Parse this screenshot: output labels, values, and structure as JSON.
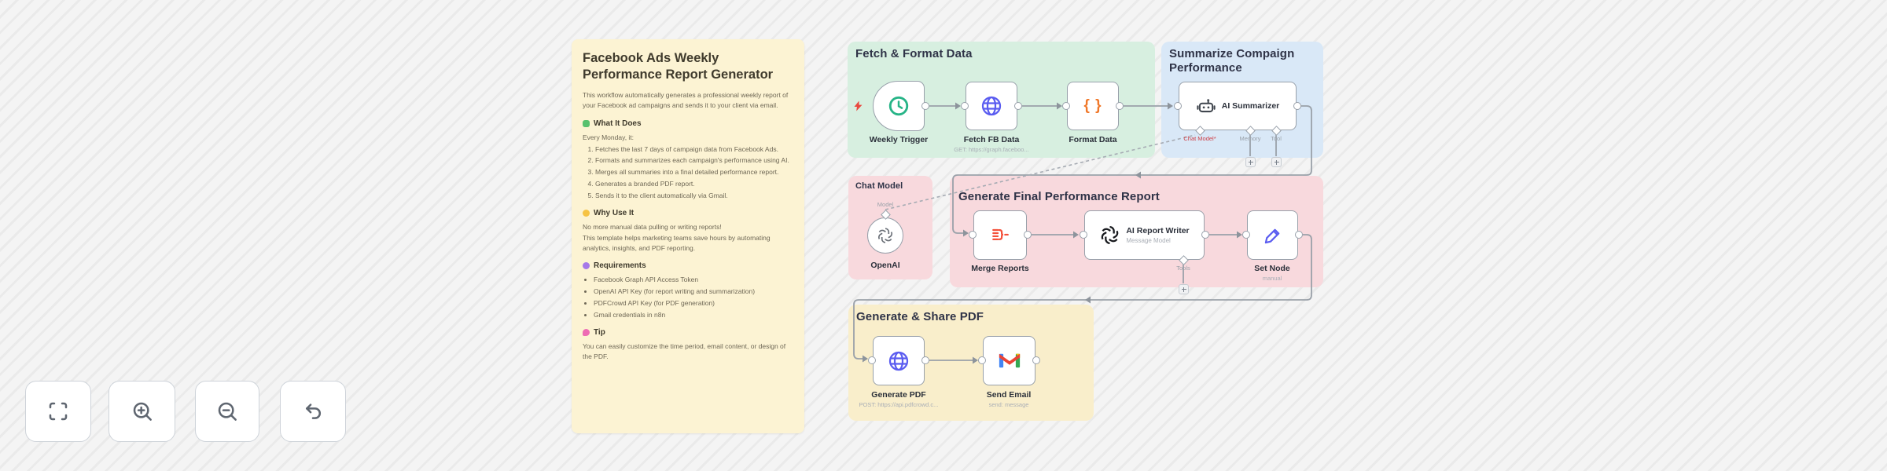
{
  "sticky_note": {
    "title": "Facebook Ads Weekly Performance Report Generator",
    "intro": "This workflow automatically generates a professional weekly report of your Facebook ad campaigns and sends it to your client via email.",
    "what": {
      "heading": "What It Does",
      "lead": "Every Monday, it:",
      "steps": [
        "Fetches the last 7 days of campaign data from Facebook Ads.",
        "Formats and summarizes each campaign's performance using AI.",
        "Merges all summaries into a final detailed performance report.",
        "Generates a branded PDF report.",
        "Sends it to the client automatically via Gmail."
      ]
    },
    "why": {
      "heading": "Why Use It",
      "lines": [
        "No more manual data pulling or writing reports!",
        "This template helps marketing teams save hours by automating analytics, insights, and PDF reporting."
      ]
    },
    "requirements": {
      "heading": "Requirements",
      "items": [
        "Facebook Graph API Access Token",
        "OpenAI API Key (for report writing and summarization)",
        "PDFCrowd API Key (for PDF generation)",
        "Gmail credentials in n8n"
      ]
    },
    "tip": {
      "heading": "Tip",
      "text": "You can easily customize the time period, email content, or design of the PDF."
    }
  },
  "groups": {
    "fetch": {
      "title": "Fetch & Format Data",
      "color": "#d7efe0"
    },
    "summarize": {
      "title": "Summarize Compaign Performance",
      "color": "#d9e8f7"
    },
    "chat_model": {
      "title": "Chat Model",
      "color": "#f8d9dd"
    },
    "report": {
      "title": "Generate Final Performance Report",
      "color": "#f8d9dd"
    },
    "pdf": {
      "title": "Generate & Share PDF",
      "color": "#f9eecb"
    }
  },
  "nodes": {
    "weekly_trigger": {
      "label": "Weekly Trigger",
      "icon": "clock-icon"
    },
    "fetch_fb": {
      "label": "Fetch FB Data",
      "subtitle": "GET: https://graph.faceboo...",
      "icon": "globe-icon"
    },
    "format_data": {
      "label": "Format Data",
      "icon": "code-braces-icon",
      "icon_glyph": "{ }"
    },
    "ai_summarizer": {
      "label": "AI Summarizer",
      "icon": "robot-icon",
      "ports": {
        "chat_model": "Chat Model*",
        "memory": "Memory",
        "tool": "Tool"
      }
    },
    "openai": {
      "label": "OpenAI",
      "icon": "openai-icon",
      "port": "Model"
    },
    "merge": {
      "label": "Merge Reports",
      "icon": "merge-icon"
    },
    "writer": {
      "label": "AI Report Writer",
      "subtitle": "Message Model",
      "icon": "openai-icon",
      "port": "Tools"
    },
    "set": {
      "label": "Set Node",
      "subtitle": "manual",
      "icon": "pen-icon"
    },
    "generate_pdf": {
      "label": "Generate PDF",
      "subtitle": "POST: https://api.pdfcrowd.c...",
      "icon": "globe-icon"
    },
    "send_email": {
      "label": "Send Email",
      "subtitle": "send: message",
      "icon": "gmail-icon"
    }
  },
  "toolbar": {
    "buttons": [
      {
        "icon": "fit-view-icon"
      },
      {
        "icon": "zoom-in-icon"
      },
      {
        "icon": "zoom-out-icon"
      },
      {
        "icon": "undo-icon"
      }
    ]
  },
  "colors": {
    "edge": "#9aa1a9",
    "node_border": "#98a0aa",
    "trigger_accent": "#e9493f",
    "clock": "#27b487",
    "globe": "#5a5cf0",
    "braces": "#f0782a",
    "merge": "#f4503a",
    "pen": "#5a5cf0",
    "required_port": "#cf3e45",
    "note_heading_what": "#58c16e",
    "note_heading_why": "#f6c344",
    "note_heading_requirements": "#a678e8",
    "note_heading_tip": "#ee6bb3",
    "gmail_blue": "#4285F4",
    "gmail_green": "#34A853",
    "gmail_red": "#EA4335",
    "gmail_yellow": "#FBBC04"
  }
}
